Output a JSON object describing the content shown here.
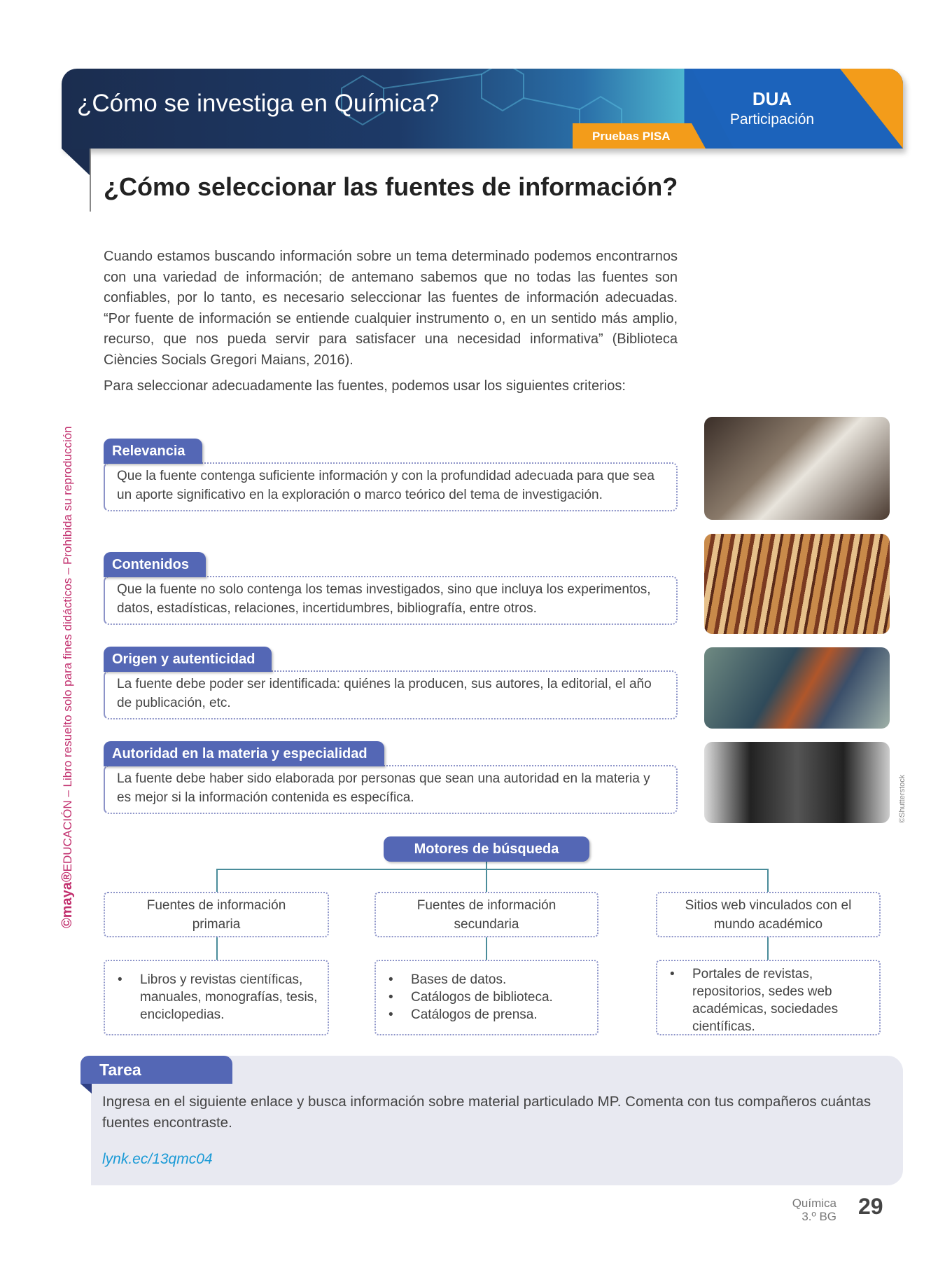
{
  "header": {
    "title": "¿Cómo se investiga en Química?",
    "badge_pisa": "Pruebas PISA",
    "dua": "DUA",
    "dua_sub": "Participación"
  },
  "subtitle": "¿Cómo seleccionar las fuentes de información?",
  "intro": "Cuando estamos buscando información sobre un tema determinado podemos encontrarnos con una variedad de información; de antemano sabemos que no todas las fuentes son confiables, por lo tanto, es necesario seleccionar las fuentes de información adecuadas. “Por fuente de información se entiende cualquier instrumento o, en un sentido más amplio, recurso, que nos pueda servir para satisfacer una necesidad informativa” (Biblioteca Ciències Socials Gregori Maians, 2016).",
  "intro2": "Para seleccionar adecuadamente las fuentes, podemos usar los siguientes criterios:",
  "criteria": [
    {
      "title": "Relevancia",
      "text": "Que la fuente contenga suficiente información y con la profundidad adecuada para que sea un aporte significativo en la exploración o marco teórico del tema de investigación."
    },
    {
      "title": "Contenidos",
      "text": "Que la fuente no solo contenga los temas investigados, sino que incluya los experimentos, datos, estadísticas, relaciones, incertidumbres, bibliografía, entre otros."
    },
    {
      "title": "Origen y autenticidad",
      "text": "La fuente debe poder ser identificada: quiénes la producen, sus autores, la editorial, el año de publicación, etc."
    },
    {
      "title": "Autoridad en la materia y especialidad",
      "text": "La fuente debe haber sido elaborada por personas que sean una autoridad en la materia y es mejor si la información contenida es específica."
    }
  ],
  "photo_credit": "©Shutterstock",
  "side_text": {
    "brand": "©maya®",
    "rest": "EDUCACIÓN – Libro resuelto solo para fines didácticos – Prohibida su reproducción"
  },
  "search": {
    "title": "Motores de búsqueda",
    "columns": [
      {
        "heading": "Fuentes de información primaria",
        "items": [
          "Libros y revistas científicas, manuales, monografías, tesis, enciclopedias."
        ]
      },
      {
        "heading": "Fuentes de información secundaria",
        "items": [
          "Bases de datos.",
          "Catálogos de biblioteca.",
          "Catálogos de prensa."
        ]
      },
      {
        "heading": "Sitios web vinculados con el mundo académico",
        "items": [
          "Portales de revistas, repositorios, sedes web académicas, sociedades científicas."
        ]
      }
    ]
  },
  "tarea": {
    "title": "Tarea",
    "text": "Ingresa en el siguiente enlace y busca información sobre material particulado MP. Comenta con tus compañeros cuántas fuentes encontraste.",
    "link": "lynk.ec/13qmc04"
  },
  "footer": {
    "subject": "Química",
    "grade": "3.º BG",
    "page": "29"
  }
}
